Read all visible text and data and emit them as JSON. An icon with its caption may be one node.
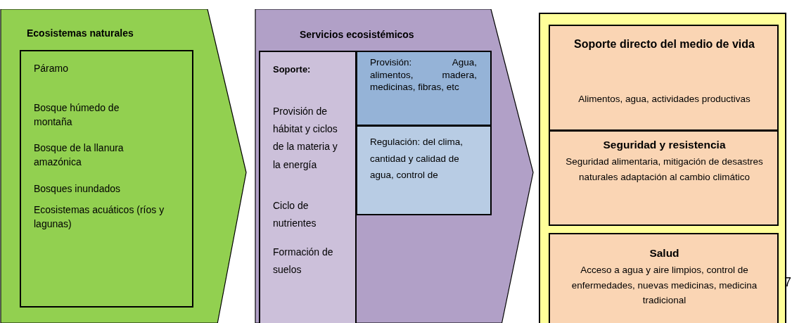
{
  "diagram": {
    "nodes": [
      {
        "text": [
          "Ecosistemas naturales"
        ]
      },
      {
        "text": [
          "Páramo",
          "Bosque húmedo de montaña",
          "Bosque de la llanura amazónica",
          "Bosques inundados",
          "Ecosistemas acuáticos (ríos y lagunas)"
        ],
        "in": 0
      },
      {
        "text": [
          "Servicios ecosistémicos"
        ]
      },
      {
        "text": [
          "Soporte:",
          "Provisión de hábitat y ciclos de la materia y la energía",
          "Ciclo de nutrientes",
          "Formación de suelos"
        ],
        "in": 2
      },
      {
        "text": [
          "Provisión: Agua, alimentos, madera, medicinas, fibras, etc"
        ],
        "in": 2
      },
      {
        "text": [
          "Regulación: del clima, cantidad y calidad de agua, control de"
        ],
        "in": 2
      },
      {
        "text": [],
        "shape": "box"
      },
      {
        "text": [
          "Soporte directo del medio de vida",
          "Alimentos, agua, actividades productivas"
        ],
        "in": 6
      },
      {
        "text": [
          "Seguridad y resistencia",
          "Seguridad alimentaria, mitigación de desastres naturales adaptación al cambio climático"
        ],
        "in": 6
      },
      {
        "text": [
          "Salud",
          "Acceso a agua y aire limpios, control de enfermedades, nuevas medicinas, medicina tradicional"
        ],
        "in": 6
      }
    ],
    "labels": [
      "7"
    ]
  }
}
